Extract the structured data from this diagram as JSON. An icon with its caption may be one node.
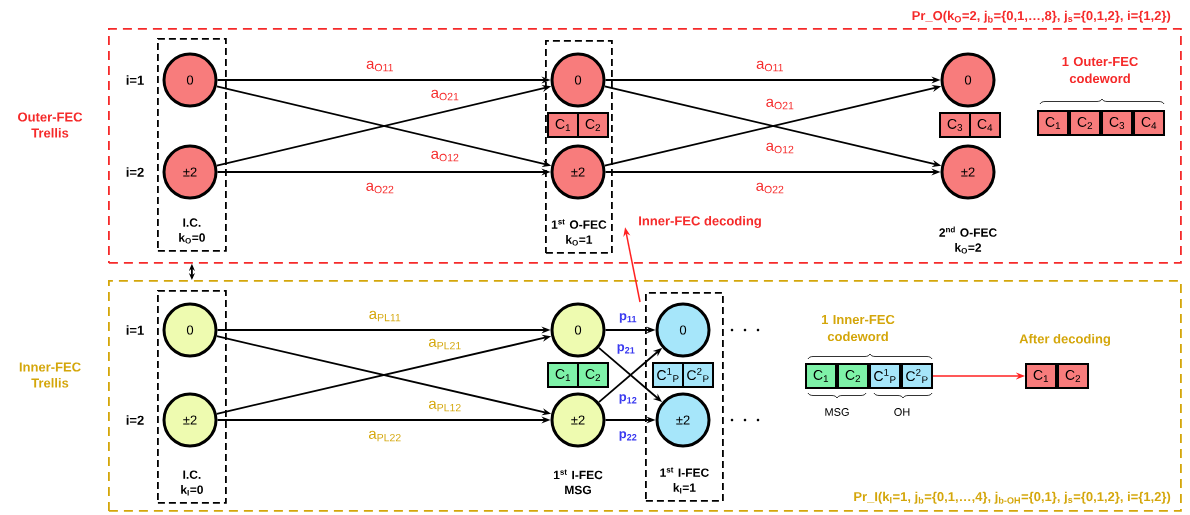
{
  "diagram": {
    "nodes": [
      {
        "text": [
          "Pr_O(k$_{O}$=2, j$_{b}$={0,1,…,8}, j$_{s}$={0,1,2}, i={1,2})"
        ],
        "beside": [
          "Outer-FEC Trellis"
        ]
      },
      {
        "text": [
          "I.C. k$_{O}$=0"
        ],
        "in": 0
      },
      {
        "text": [
          "0"
        ],
        "in": 1
      },
      {
        "text": [
          "±2"
        ],
        "in": 1
      },
      {
        "text": [
          "1$^{st}$ O-FEC k$_{O}$=1"
        ],
        "in": 0
      },
      {
        "text": [
          "0"
        ],
        "in": 4
      },
      {
        "text": [
          "±2"
        ],
        "in": 4
      },
      {
        "text": [
          "C$_{1}$"
        ],
        "in": 4
      },
      {
        "text": [
          "C$_{2}$"
        ],
        "in": 4
      },
      {
        "text": [
          "0"
        ],
        "in": 0
      },
      {
        "text": [
          "±2"
        ],
        "in": 0,
        "beside": [
          "2$^{nd}$ O-FEC k$_{O}$=2"
        ]
      },
      {
        "text": [
          "C$_{3}$"
        ],
        "in": 0
      },
      {
        "text": [
          "C$_{4}$"
        ],
        "in": 0
      },
      {
        "text": [
          "C$_{1}$"
        ],
        "in": 0
      },
      {
        "text": [
          "C$_{2}$"
        ],
        "in": 0
      },
      {
        "text": [
          "C$_{3}$"
        ],
        "in": 0
      },
      {
        "text": [
          "C$_{4}$"
        ],
        "in": 0
      },
      {
        "text": [
          "Pr_I(k$_{I}$=1, j$_{b}$={0,1,…,4}, j$_{b-OH}$={0,1}, j$_{s}$={0,1,2}, i={1,2})"
        ],
        "beside": [
          "Inner-FEC Trellis"
        ]
      },
      {
        "text": [
          "I.C. k$_{I}$=0"
        ],
        "in": 17
      },
      {
        "text": [
          "0"
        ],
        "in": 18
      },
      {
        "text": [
          "±2"
        ],
        "in": 18
      },
      {
        "text": [
          "0"
        ],
        "in": 17
      },
      {
        "text": [
          "±2"
        ],
        "in": 17,
        "beside": [
          "1$^{st}$ I-FEC MSG"
        ]
      },
      {
        "text": [
          "C$_{1}$"
        ],
        "in": 17
      },
      {
        "text": [
          "C$_{2}$"
        ],
        "in": 17
      },
      {
        "text": [
          "1$^{st}$ I-FEC k$_{I}$=1"
        ],
        "in": 17
      },
      {
        "text": [
          "0"
        ],
        "in": 25
      },
      {
        "text": [
          "±2"
        ],
        "in": 25
      },
      {
        "text": [
          "C$^{1}$$_{P}$"
        ],
        "in": 25
      },
      {
        "text": [
          "C$^{2}$$_{P}$"
        ],
        "in": 25
      },
      {
        "text": [
          "C$_{1}$"
        ],
        "in": 17
      },
      {
        "text": [
          "C$_{2}$"
        ],
        "in": 17
      },
      {
        "text": [
          "C$^{1}$$_{P}$"
        ],
        "in": 17
      },
      {
        "text": [
          "C$^{2}$$_{P}$"
        ],
        "in": 17
      },
      {
        "text": [
          "C$_{1}$"
        ],
        "in": 17
      },
      {
        "text": [
          "C$_{2}$"
        ],
        "in": 17
      },
      {
        "text": [
          "Inner-FEC decoding"
        ],
        "in": 0
      }
    ],
    "edges": [
      {
        "from": 2,
        "to": 5,
        "arrow": "to",
        "label": "a$_{O11}$"
      },
      {
        "from": 3,
        "to": 5,
        "arrow": "to",
        "label": "a$_{O21}$"
      },
      {
        "from": 2,
        "to": 6,
        "arrow": "to",
        "label": "a$_{O12}$"
      },
      {
        "from": 3,
        "to": 6,
        "arrow": "to",
        "label": "a$_{O22}$"
      },
      {
        "from": 5,
        "to": 9,
        "arrow": "to",
        "label": "a$_{O11}$"
      },
      {
        "from": 6,
        "to": 9,
        "arrow": "to",
        "label": "a$_{O21}$"
      },
      {
        "from": 5,
        "to": 10,
        "arrow": "to",
        "label": "a$_{O12}$"
      },
      {
        "from": 6,
        "to": 10,
        "arrow": "to",
        "label": "a$_{O22}$"
      },
      {
        "from": 19,
        "to": 21,
        "arrow": "to",
        "label": "a$_{PL11}$"
      },
      {
        "from": 20,
        "to": 21,
        "arrow": "to",
        "label": "a$_{PL21}$"
      },
      {
        "from": 19,
        "to": 22,
        "arrow": "to",
        "label": "a$_{PL12}$"
      },
      {
        "from": 20,
        "to": 22,
        "arrow": "to",
        "label": "a$_{PL22}$"
      },
      {
        "from": 21,
        "to": 26,
        "arrow": "to",
        "label": "p$_{11}$"
      },
      {
        "from": 22,
        "to": 26,
        "arrow": "to",
        "label": "p$_{21}$"
      },
      {
        "from": 21,
        "to": 27,
        "arrow": "to",
        "label": "p$_{12}$"
      },
      {
        "from": 22,
        "to": 27,
        "arrow": "to",
        "label": "p$_{22}$"
      },
      {
        "from": 0,
        "to": 17,
        "arrow": "both"
      },
      {
        "from": 25,
        "to": 36,
        "arrow": "to",
        "color": "#ff2020"
      },
      {
        "from": 33,
        "to": 34,
        "arrow": "to",
        "color": "#ff2020"
      }
    ],
    "labels": [
      "i=1",
      "i=2",
      "1 Outer-FEC codeword",
      "i=1",
      "i=2",
      "1 Inner-FEC codeword",
      "MSG",
      "OH",
      "After decoding"
    ]
  }
}
